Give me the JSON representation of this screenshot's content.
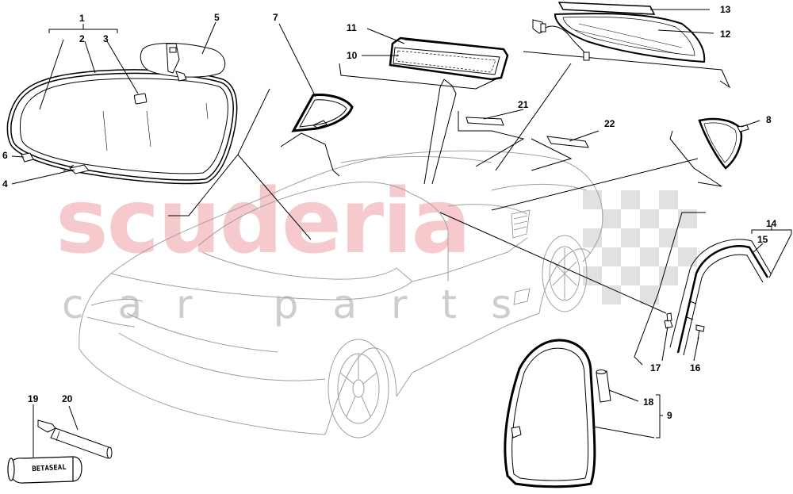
{
  "watermark": {
    "brand": "scuderia",
    "tagline": "car parts"
  },
  "callouts": {
    "c1": "1",
    "c2": "2",
    "c3": "3",
    "c4": "4",
    "c5": "5",
    "c6": "6",
    "c7": "7",
    "c8": "8",
    "c9": "9",
    "c10": "10",
    "c11": "11",
    "c12": "12",
    "c13": "13",
    "c14": "14",
    "c15": "15",
    "c16": "16",
    "c17": "17",
    "c18": "18",
    "c19": "19",
    "c20": "20",
    "c21": "21",
    "c22": "22"
  },
  "tube_label": "BETASEAL",
  "colors": {
    "line": "#000000",
    "car": "#9a9a9a",
    "watermark_red": "#f6c9cc",
    "watermark_grey": "#cdcdcd",
    "checker": "#d6d6d6"
  }
}
